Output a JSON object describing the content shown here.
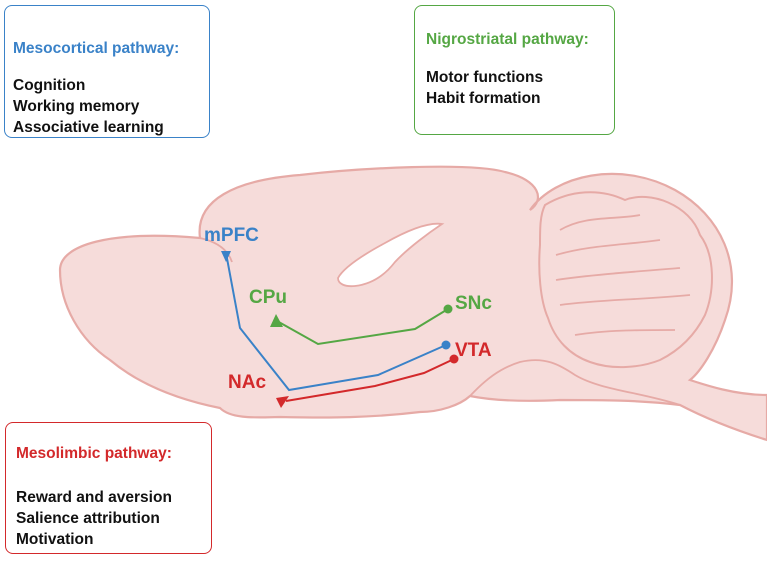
{
  "colors": {
    "mesocortical": "#3a82c8",
    "nigrostriatal": "#55a744",
    "mesolimbic": "#d3292b",
    "brain_fill": "#f6dcda",
    "brain_outline": "#e6aaa6"
  },
  "boxes": {
    "mesocortical": {
      "title": "Mesocortical pathway:",
      "lines": [
        "Cognition",
        "Working memory",
        "Associative learning"
      ]
    },
    "nigrostriatal": {
      "title": "Nigrostriatal pathway:",
      "lines": [
        "Motor functions",
        "Habit formation"
      ]
    },
    "mesolimbic": {
      "title": "Mesolimbic pathway:",
      "lines": [
        "Reward and aversion",
        "Salience attribution",
        "Motivation"
      ]
    }
  },
  "regions": {
    "mpfc": "mPFC",
    "cpu": "CPu",
    "snc": "SNc",
    "vta": "VTA",
    "nac": "NAc"
  }
}
